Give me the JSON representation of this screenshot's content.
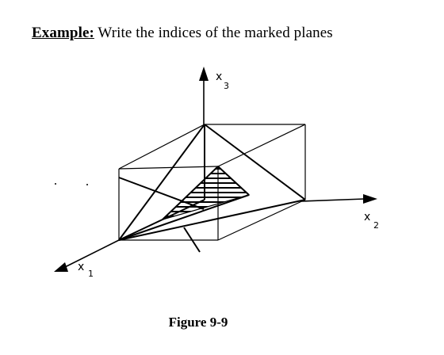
{
  "heading": {
    "label": "Example:",
    "text": "Write the indices of the marked planes"
  },
  "axes": {
    "x1": {
      "letter": "x",
      "sub": "1"
    },
    "x2": {
      "letter": "x",
      "sub": "2"
    },
    "x3": {
      "letter": "x",
      "sub": "3"
    }
  },
  "caption": "Figure 9-9"
}
